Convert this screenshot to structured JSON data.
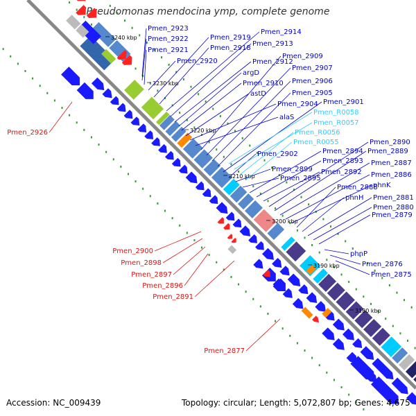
{
  "title": "Pseudomonas mendocina ymp, complete genome",
  "accession": "Accession: NC_009439",
  "summary": "Topology: circular; Length: 5,072,807 bp; Genes: 4,675",
  "colors": {
    "cds": "#1a1aff",
    "rna": "#00ccff",
    "label_blue": "#0000cc",
    "label_cyan": "#33ccff",
    "label_red": "#dd1111",
    "red_feature": "#ff2222",
    "axis": "#888888",
    "dots": "#339933",
    "cog_a": "#5588cc",
    "cog_b": "#99cc33",
    "cog_c": "#3366aa",
    "cog_d": "#ff8800",
    "cog_e": "#ee8888",
    "cog_f": "#4a3a8a",
    "cog_g": "#222266",
    "gray": "#bbbbbb"
  },
  "ticks": [
    "3240 kbp",
    "3230 kbp",
    "3220 kbp",
    "3210 kbp",
    "3200 kbp",
    "3190 kbp",
    "3180 kbp"
  ],
  "labels_blue": [
    "Pmen_2923",
    "Pmen_2922",
    "Pmen_2921",
    "Pmen_2920",
    "Pmen_2919",
    "Pmen_2918",
    "Pmen_2914",
    "Pmen_2913",
    "Pmen_2912",
    "argD",
    "Pmen_2910",
    "astD",
    "Pmen_2904",
    "alaS",
    "Pmen_2909",
    "Pmen_2907",
    "Pmen_2906",
    "Pmen_2905",
    "Pmen_2901",
    "Pmen_2902",
    "Pmen_2899",
    "Pmen_2895",
    "Pmen_2894",
    "Pmen_2893",
    "Pmen_2892",
    "Pmen_2890",
    "Pmen_2889",
    "Pmen_2887",
    "Pmen_2886",
    "phnK",
    "Pmen_2888",
    "phnH",
    "Pmen_2881",
    "Pmen_2880",
    "Pmen_2879",
    "phnP",
    "Pmen_2876",
    "Pmen_2875"
  ],
  "labels_cyan": [
    "Pmen_R0058",
    "Pmen_R0057",
    "Pmen_R0056",
    "Pmen_R0055"
  ],
  "labels_red": [
    "Pmen_2926",
    "Pmen_2900",
    "Pmen_2898",
    "Pmen_2897",
    "Pmen_2896",
    "Pmen_2891",
    "Pmen_2877"
  ]
}
